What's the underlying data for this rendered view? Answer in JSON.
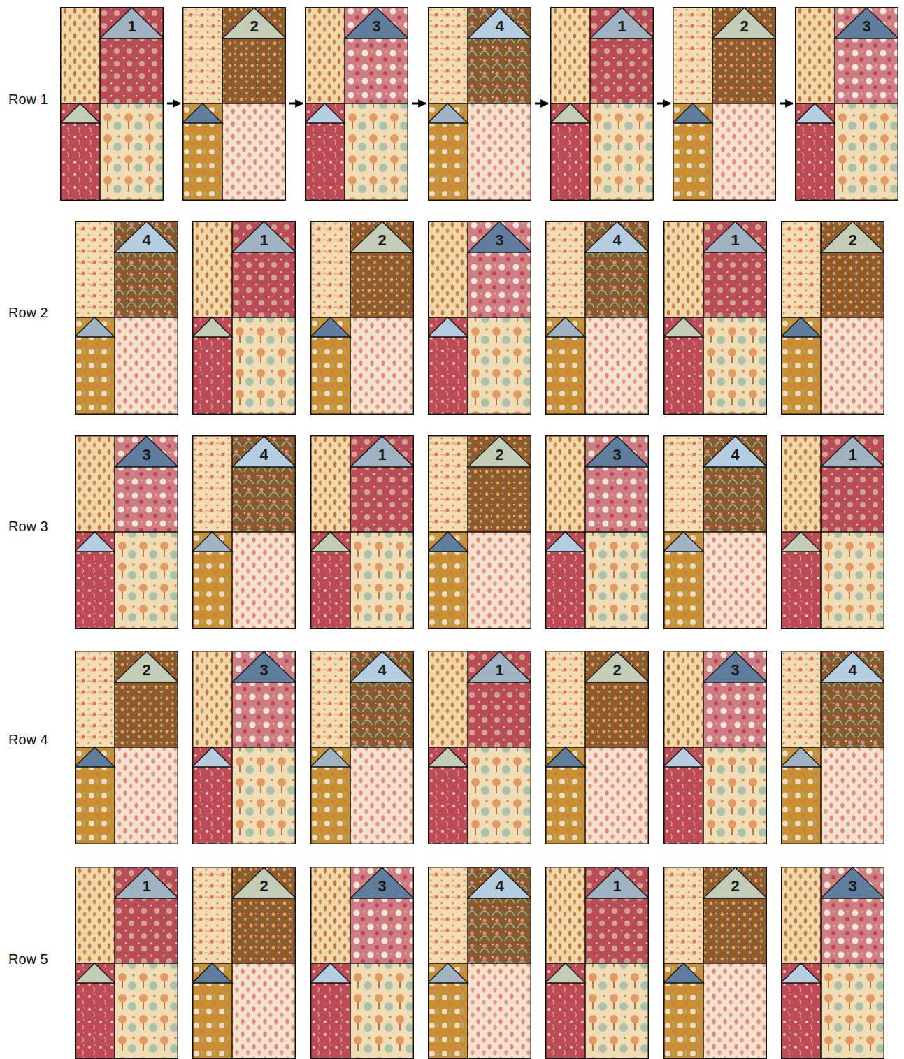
{
  "diagram": {
    "nodes": [
      {
        "text": [
          "1"
        ]
      },
      {
        "text": [
          "2"
        ]
      },
      {
        "text": [
          "3"
        ]
      },
      {
        "text": [
          "4"
        ]
      },
      {
        "text": [
          "1"
        ]
      },
      {
        "text": [
          "2"
        ]
      },
      {
        "text": [
          "3"
        ]
      },
      {
        "text": [
          "4"
        ]
      },
      {
        "text": [
          "1"
        ]
      },
      {
        "text": [
          "2"
        ]
      },
      {
        "text": [
          "3"
        ]
      },
      {
        "text": [
          "4"
        ]
      },
      {
        "text": [
          "1"
        ]
      },
      {
        "text": [
          "2"
        ]
      },
      {
        "text": [
          "3"
        ]
      },
      {
        "text": [
          "4"
        ]
      },
      {
        "text": [
          "1"
        ]
      },
      {
        "text": [
          "2"
        ]
      },
      {
        "text": [
          "3"
        ]
      },
      {
        "text": [
          "4"
        ]
      },
      {
        "text": [
          "1"
        ]
      },
      {
        "text": [
          "2"
        ]
      },
      {
        "text": [
          "3"
        ]
      },
      {
        "text": [
          "4"
        ]
      },
      {
        "text": [
          "1"
        ]
      },
      {
        "text": [
          "2"
        ]
      },
      {
        "text": [
          "3"
        ]
      },
      {
        "text": [
          "4"
        ]
      },
      {
        "text": [
          "1"
        ]
      },
      {
        "text": [
          "2"
        ]
      },
      {
        "text": [
          "3"
        ]
      },
      {
        "text": [
          "4"
        ]
      },
      {
        "text": [
          "1"
        ]
      },
      {
        "text": [
          "2"
        ]
      },
      {
        "text": [
          "3"
        ]
      }
    ],
    "edges": [
      {
        "from": 0,
        "to": 1,
        "arrow": "to"
      },
      {
        "from": 1,
        "to": 2,
        "arrow": "to"
      },
      {
        "from": 2,
        "to": 3,
        "arrow": "to"
      },
      {
        "from": 3,
        "to": 4,
        "arrow": "to"
      },
      {
        "from": 4,
        "to": 5,
        "arrow": "to"
      },
      {
        "from": 5,
        "to": 6,
        "arrow": "to"
      }
    ],
    "labels": [
      "Row 1",
      "Row 2",
      "Row 3",
      "Row 4",
      "Row 5"
    ]
  }
}
